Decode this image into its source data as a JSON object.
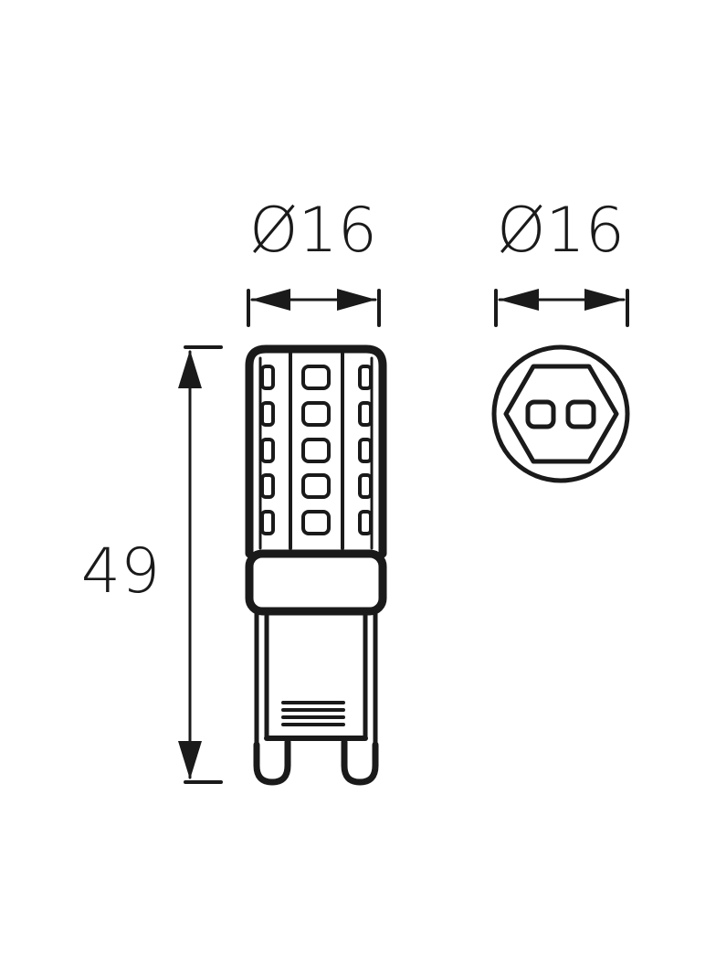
{
  "drawing": {
    "subject": "G9 LED capsule bulb",
    "units": "mm",
    "side_view": {
      "width_label": "Ø16",
      "height_label": "49",
      "led_columns": 3,
      "leds_per_column": 5
    },
    "top_view": {
      "diameter_label": "Ø16",
      "pins": 2
    }
  },
  "colors": {
    "line": "#1a1a1a",
    "background": "#ffffff"
  }
}
